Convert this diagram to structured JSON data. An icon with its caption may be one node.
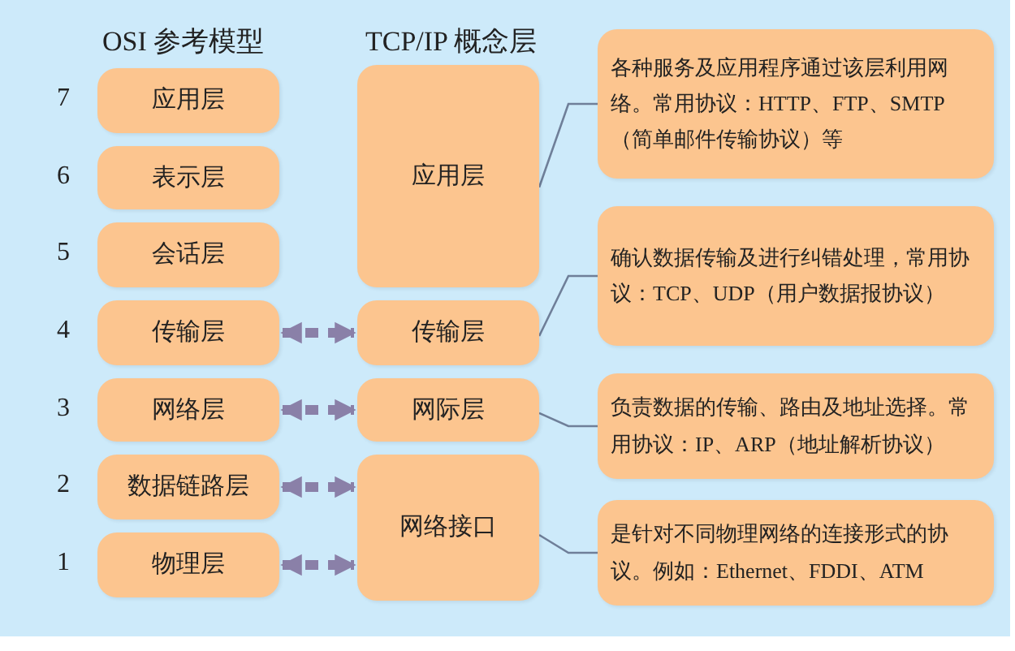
{
  "diagram": {
    "nodes": [
      {
        "text": [
          "应用层"
        ]
      },
      {
        "text": [
          "表示层"
        ]
      },
      {
        "text": [
          "会话层"
        ]
      },
      {
        "text": [
          "传输层"
        ]
      },
      {
        "text": [
          "网络层"
        ]
      },
      {
        "text": [
          "数据链路层"
        ]
      },
      {
        "text": [
          "物理层"
        ]
      },
      {
        "text": [
          "应用层"
        ]
      },
      {
        "text": [
          "传输层"
        ]
      },
      {
        "text": [
          "网际层"
        ]
      },
      {
        "text": [
          "网络接口"
        ]
      },
      {
        "text": [
          "各种服务及应用程序通过该层利用网络。常用协议：HTTP、FTP、SMTP（简单邮件传输协议）等"
        ]
      },
      {
        "text": [
          "确认数据传输及进行纠错处理，常用协议：TCP、UDP（用户数据报协议）"
        ]
      },
      {
        "text": [
          "负责数据的传输、路由及地址选择。常用协议：IP、ARP（地址解析协议）"
        ]
      },
      {
        "text": [
          "是针对不同物理网络的连接形式的协议。例如：Ethernet、FDDI、ATM"
        ]
      }
    ],
    "edges": [
      {
        "from": 3,
        "to": 8,
        "arrow": "both",
        "style": "dashed",
        "color": "#8a80a8"
      },
      {
        "from": 4,
        "to": 9,
        "arrow": "both",
        "style": "dashed",
        "color": "#8a80a8"
      },
      {
        "from": 5,
        "to": 10,
        "arrow": "both",
        "style": "dashed",
        "color": "#8a80a8"
      },
      {
        "from": 6,
        "to": 10,
        "arrow": "both",
        "style": "dashed",
        "color": "#8a80a8"
      },
      {
        "from": 7,
        "to": 11,
        "arrow": "none"
      },
      {
        "from": 8,
        "to": 12,
        "arrow": "none"
      },
      {
        "from": 9,
        "to": 13,
        "arrow": "none"
      },
      {
        "from": 10,
        "to": 14,
        "arrow": "none"
      }
    ],
    "labels": [
      "OSI 参考模型",
      "TCP/IP 概念层",
      "7",
      "6",
      "5",
      "4",
      "3",
      "2",
      "1"
    ]
  }
}
